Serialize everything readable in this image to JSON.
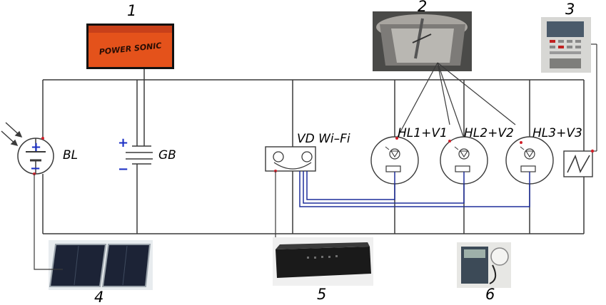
{
  "callouts": {
    "n1": "1",
    "n2": "2",
    "n3": "3",
    "n4": "4",
    "n5": "5",
    "n6": "6"
  },
  "components": {
    "solar_cell": {
      "label": "BL"
    },
    "battery": {
      "label": "GB",
      "brand_text": "POWER SONIC"
    },
    "wifi_recorder": {
      "label": "VD Wi–Fi"
    },
    "lamps": [
      {
        "label": "HL1+V1"
      },
      {
        "label": "HL2+V2"
      },
      {
        "label": "HL3+V3"
      }
    ]
  },
  "polarity": {
    "plus": "+",
    "minus": "−"
  },
  "colors": {
    "wire": "#3a3a3a",
    "signal_wire": "#1f2f9c",
    "plus": "#1b2fc4",
    "minus": "#1b2fc4",
    "node": "#d0202a",
    "battery_photo": "#e4521b",
    "solar_panel": "#1c2336"
  }
}
